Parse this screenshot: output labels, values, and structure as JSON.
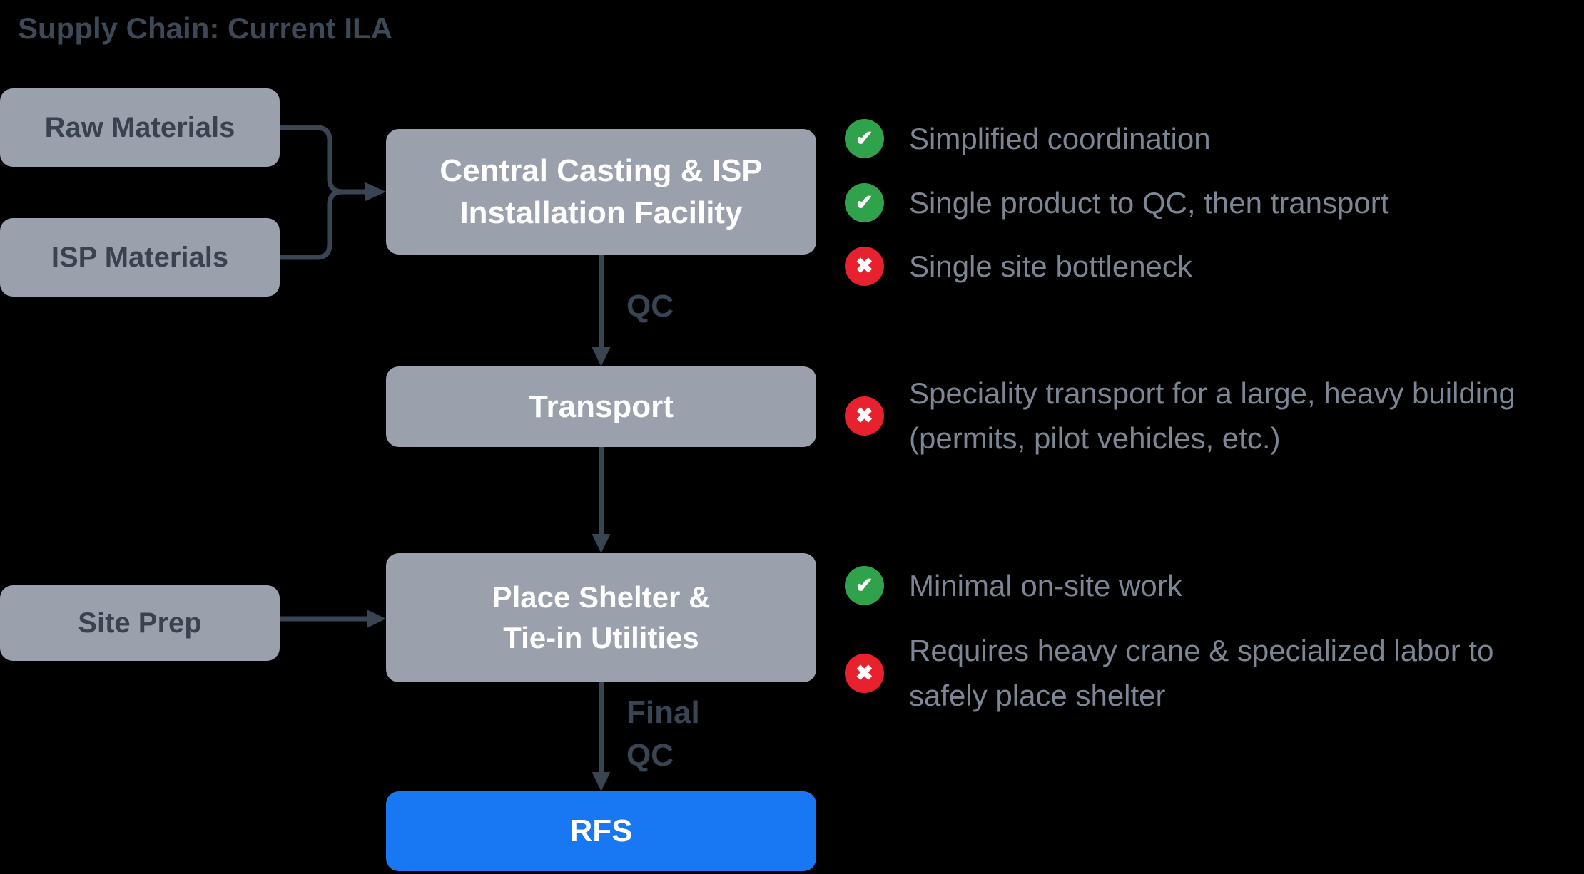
{
  "title": "Supply Chain: Current ILA",
  "nodes": {
    "raw_materials": {
      "label": "Raw Materials"
    },
    "isp_materials": {
      "label": "ISP Materials"
    },
    "central_facility": {
      "line1": "Central Casting & ISP",
      "line2": "Installation Facility"
    },
    "transport": {
      "label": "Transport"
    },
    "place_shelter": {
      "line1": "Place Shelter &",
      "line2": "Tie-in Utilities"
    },
    "site_prep": {
      "label": "Site Prep"
    },
    "rfs": {
      "label": "RFS"
    }
  },
  "edge_labels": {
    "qc": "QC",
    "final_qc_line1": "Final",
    "final_qc_line2": "QC"
  },
  "annotations": [
    {
      "type": "pro",
      "icon": "check-icon",
      "text": "Simplified coordination"
    },
    {
      "type": "pro",
      "icon": "check-icon",
      "text": "Single product to QC, then transport"
    },
    {
      "type": "con",
      "icon": "cross-icon",
      "text": "Single site bottleneck"
    },
    {
      "type": "con",
      "icon": "cross-icon",
      "text": "Speciality transport for a large, heavy building (permits, pilot vehicles, etc.)"
    },
    {
      "type": "pro",
      "icon": "check-icon",
      "text": "Minimal on-site work"
    },
    {
      "type": "con",
      "icon": "cross-icon",
      "text": "Requires heavy crane & specialized labor to safely place shelter"
    }
  ],
  "icons": {
    "check": "✔",
    "cross": "✖"
  },
  "colors": {
    "background": "#000000",
    "node_gray": "#9aa1ac",
    "node_blue": "#1877f2",
    "dark_text": "#39434f",
    "light_text": "#ffffff",
    "annotation_text": "#7c8694",
    "pro_green": "#31a24c",
    "con_red": "#e8212e",
    "arrow": "#3a4553"
  }
}
